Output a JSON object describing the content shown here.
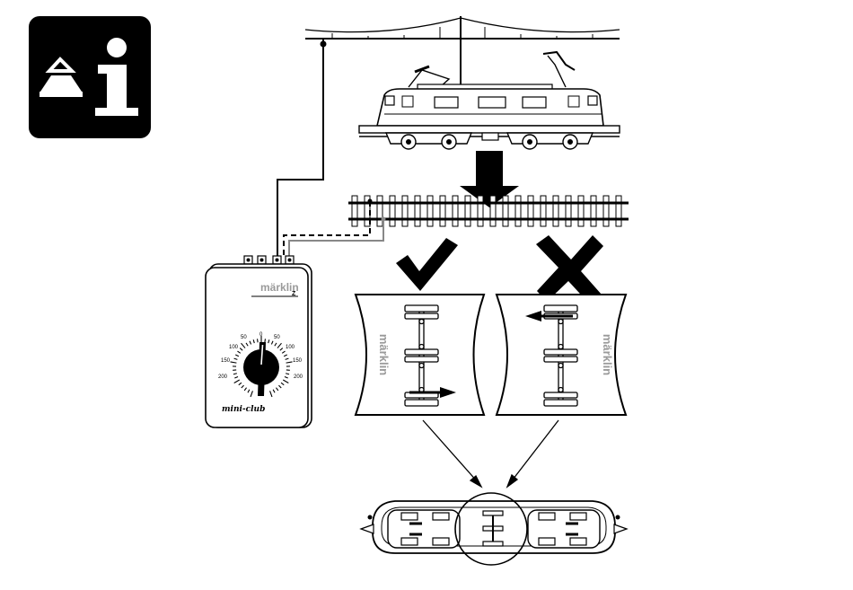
{
  "controller": {
    "brand": "märklin",
    "model": "Z",
    "series": "mini-club",
    "dial_labels": {
      "center": "0",
      "left_50": "50",
      "left_100": "100",
      "left_150": "150",
      "left_200": "200",
      "right_50": "50",
      "right_100": "100",
      "right_150": "150",
      "right_200": "200"
    }
  },
  "panels": {
    "correct_watermark": "märklin",
    "incorrect_watermark": "märklin"
  },
  "colors": {
    "ink": "#000000",
    "info_icon_bg": "#000000",
    "watermark": "#9a9a9a"
  },
  "icons": {
    "info": "info-icon",
    "correct": "checkmark-icon",
    "incorrect": "cross-icon",
    "down_arrow": "down-arrow-icon"
  }
}
